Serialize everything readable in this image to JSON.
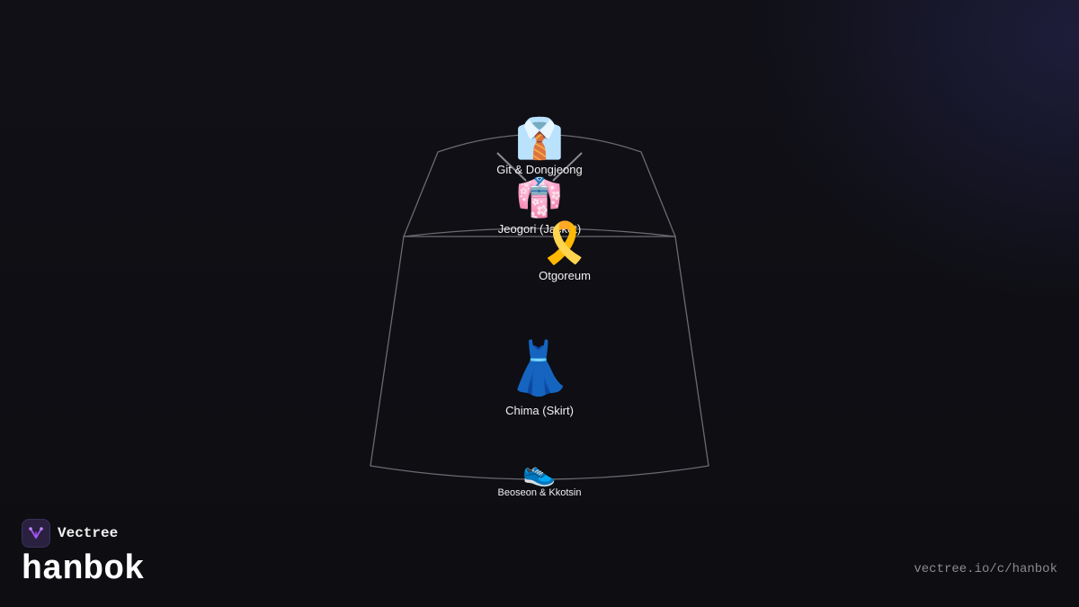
{
  "parts": {
    "git": {
      "emoji": "👔",
      "label": "Git & Dongjeong"
    },
    "jeogori": {
      "emoji": "👘",
      "label": "Jeogori (Jacket)"
    },
    "otgoreum": {
      "emoji": "🎗️",
      "label": "Otgoreum"
    },
    "chima": {
      "emoji": "👗",
      "label": "Chima (Skirt)"
    },
    "beoseon": {
      "emoji": "👟",
      "label": "Beoseon & Kkotsin"
    }
  },
  "brand": {
    "name": "Vectree",
    "title": "hanbok",
    "logo_icon": "vectree-logo-icon",
    "logo_color": "#a855f7"
  },
  "footer": {
    "url": "vectree.io/c/hanbok"
  }
}
